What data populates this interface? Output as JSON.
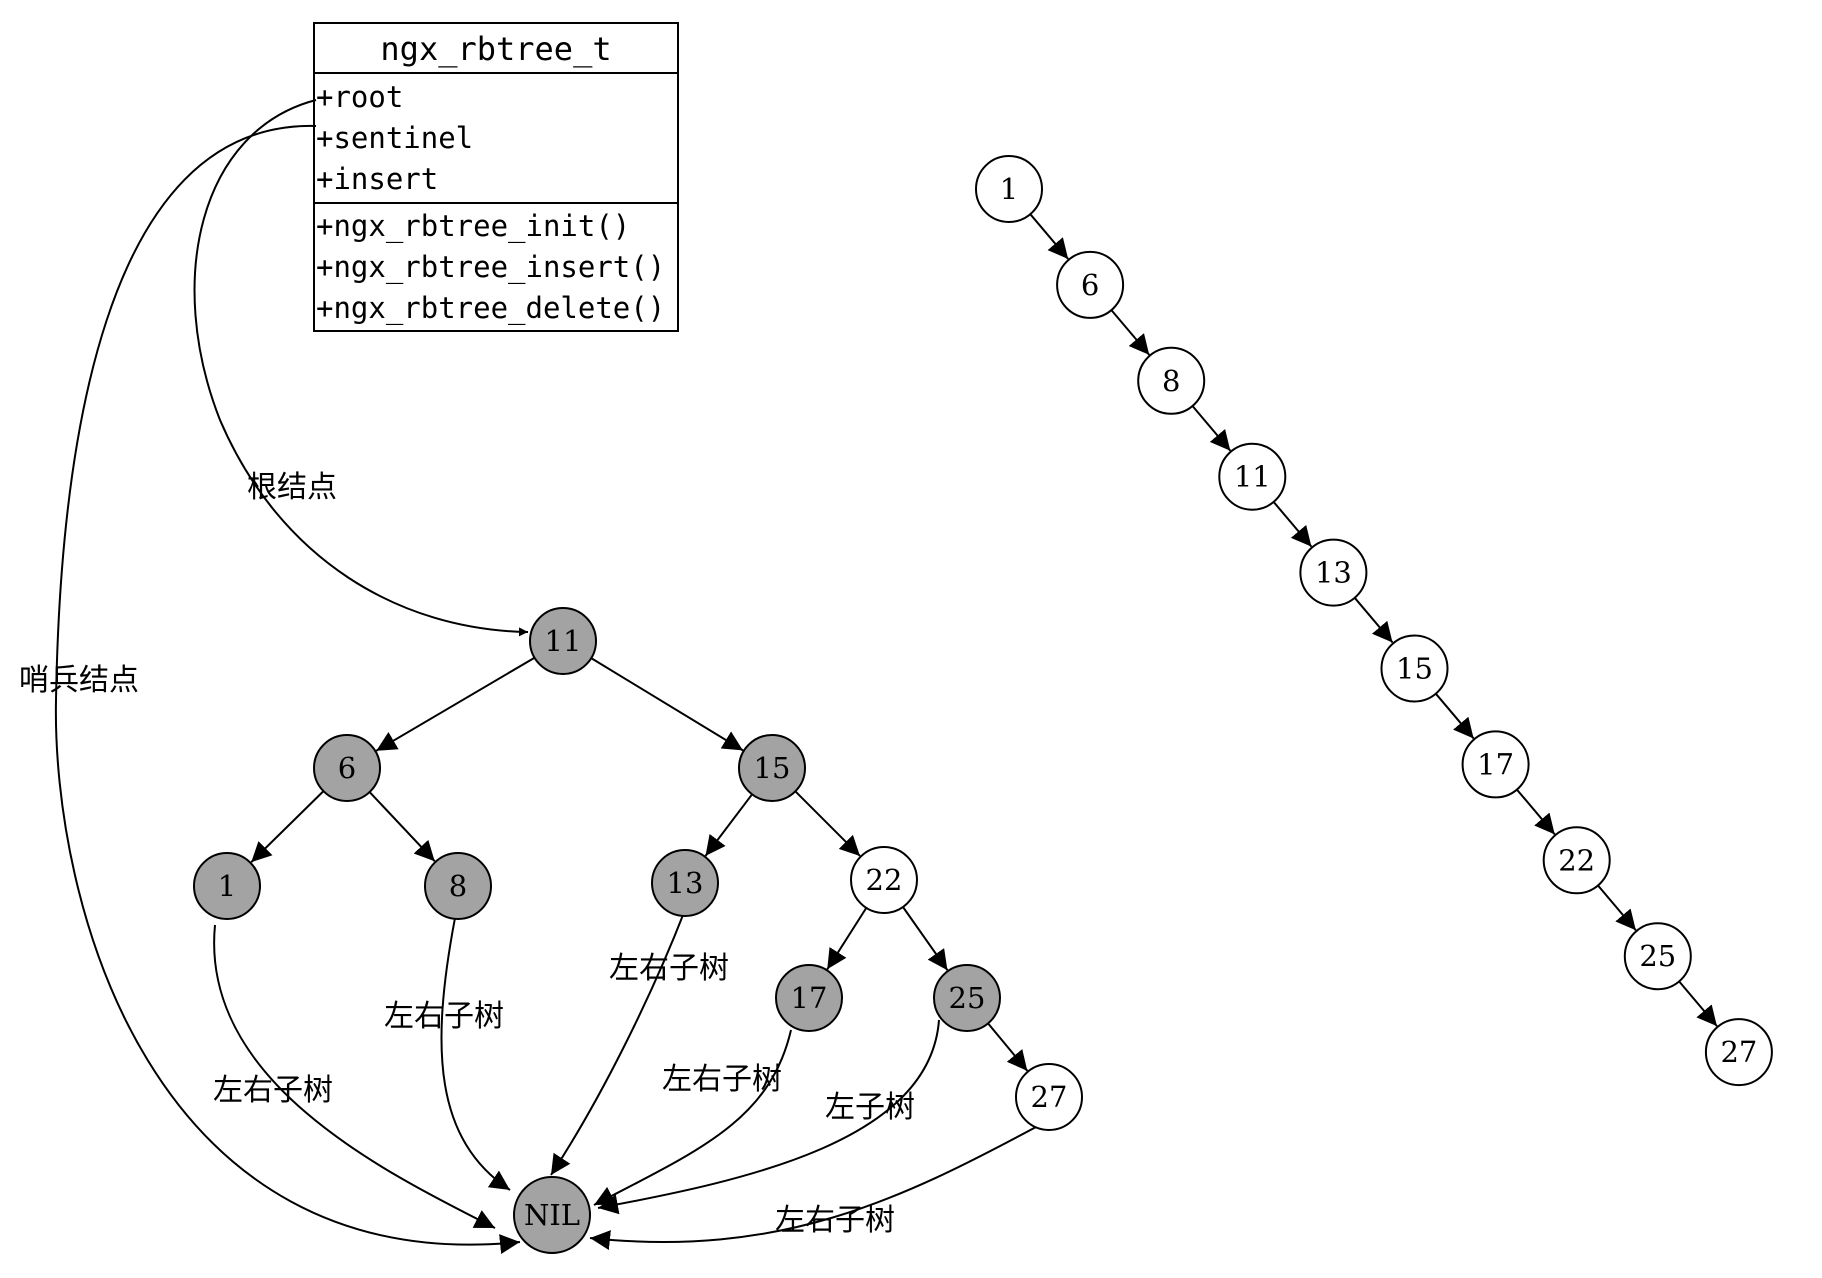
{
  "class_box": {
    "title": "ngx_rbtree_t",
    "fields": [
      "+root",
      "+sentinel",
      "+insert"
    ],
    "methods": [
      "+ngx_rbtree_init()",
      "+ngx_rbtree_insert()",
      "+ngx_rbtree_delete()"
    ]
  },
  "colors": {
    "black_node": "#a3a3a3",
    "red_node": "#ffffff",
    "stroke": "#000000"
  },
  "rb_tree": {
    "nodes": [
      {
        "id": "n11",
        "label": "11",
        "color": "black"
      },
      {
        "id": "n6",
        "label": "6",
        "color": "black"
      },
      {
        "id": "n15",
        "label": "15",
        "color": "black"
      },
      {
        "id": "n1",
        "label": "1",
        "color": "black"
      },
      {
        "id": "n8",
        "label": "8",
        "color": "black"
      },
      {
        "id": "n13",
        "label": "13",
        "color": "black"
      },
      {
        "id": "n22",
        "label": "22",
        "color": "red"
      },
      {
        "id": "n17",
        "label": "17",
        "color": "black"
      },
      {
        "id": "n25",
        "label": "25",
        "color": "black"
      },
      {
        "id": "n27",
        "label": "27",
        "color": "red"
      },
      {
        "id": "nil",
        "label": "NIL",
        "color": "black"
      }
    ],
    "edges": [
      {
        "from": "n11",
        "to": "n6"
      },
      {
        "from": "n11",
        "to": "n15"
      },
      {
        "from": "n6",
        "to": "n1"
      },
      {
        "from": "n6",
        "to": "n8"
      },
      {
        "from": "n15",
        "to": "n13"
      },
      {
        "from": "n15",
        "to": "n22"
      },
      {
        "from": "n22",
        "to": "n17"
      },
      {
        "from": "n22",
        "to": "n25"
      },
      {
        "from": "n25",
        "to": "n27"
      }
    ],
    "labels": {
      "root_edge": "根结点",
      "sentinel_edge": "哨兵结点",
      "n1_nil": "左右子树",
      "n8_nil": "左右子树",
      "n13_nil": "左右子树",
      "n17_nil": "左右子树",
      "n25_nil": "左子树",
      "n27_nil": "左右子树"
    }
  },
  "chain": {
    "nodes": [
      "1",
      "6",
      "8",
      "11",
      "13",
      "15",
      "17",
      "22",
      "25",
      "27"
    ]
  }
}
